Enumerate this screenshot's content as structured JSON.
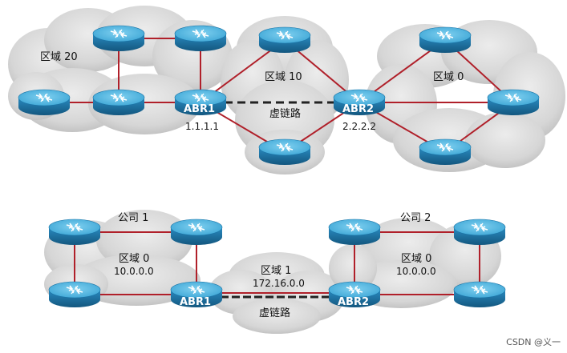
{
  "top": {
    "area20": "区域 20",
    "area10": "区域 10",
    "area0": "区域 0",
    "abr1": "ABR1",
    "abr1_ip": "1.1.1.1",
    "abr2": "ABR2",
    "abr2_ip": "2.2.2.2",
    "virtual_link": "虚链路"
  },
  "bottom": {
    "company1": "公司 1",
    "company1_area": "区域 0",
    "company1_net": "10.0.0.0",
    "company2": "公司 2",
    "company2_area": "区域 0",
    "company2_net": "10.0.0.0",
    "transit_area": "区域 1",
    "transit_net": "172.16.0.0",
    "virtual_link": "虚链路",
    "abr1": "ABR1",
    "abr2": "ABR2"
  },
  "watermark": "CSDN @义一",
  "colors": {
    "link": "#b0202a",
    "router_top": "#4fb6e0",
    "router_side": "#1b74a6",
    "cloud": "#d9d9d9",
    "virtual_link": "#222222"
  }
}
